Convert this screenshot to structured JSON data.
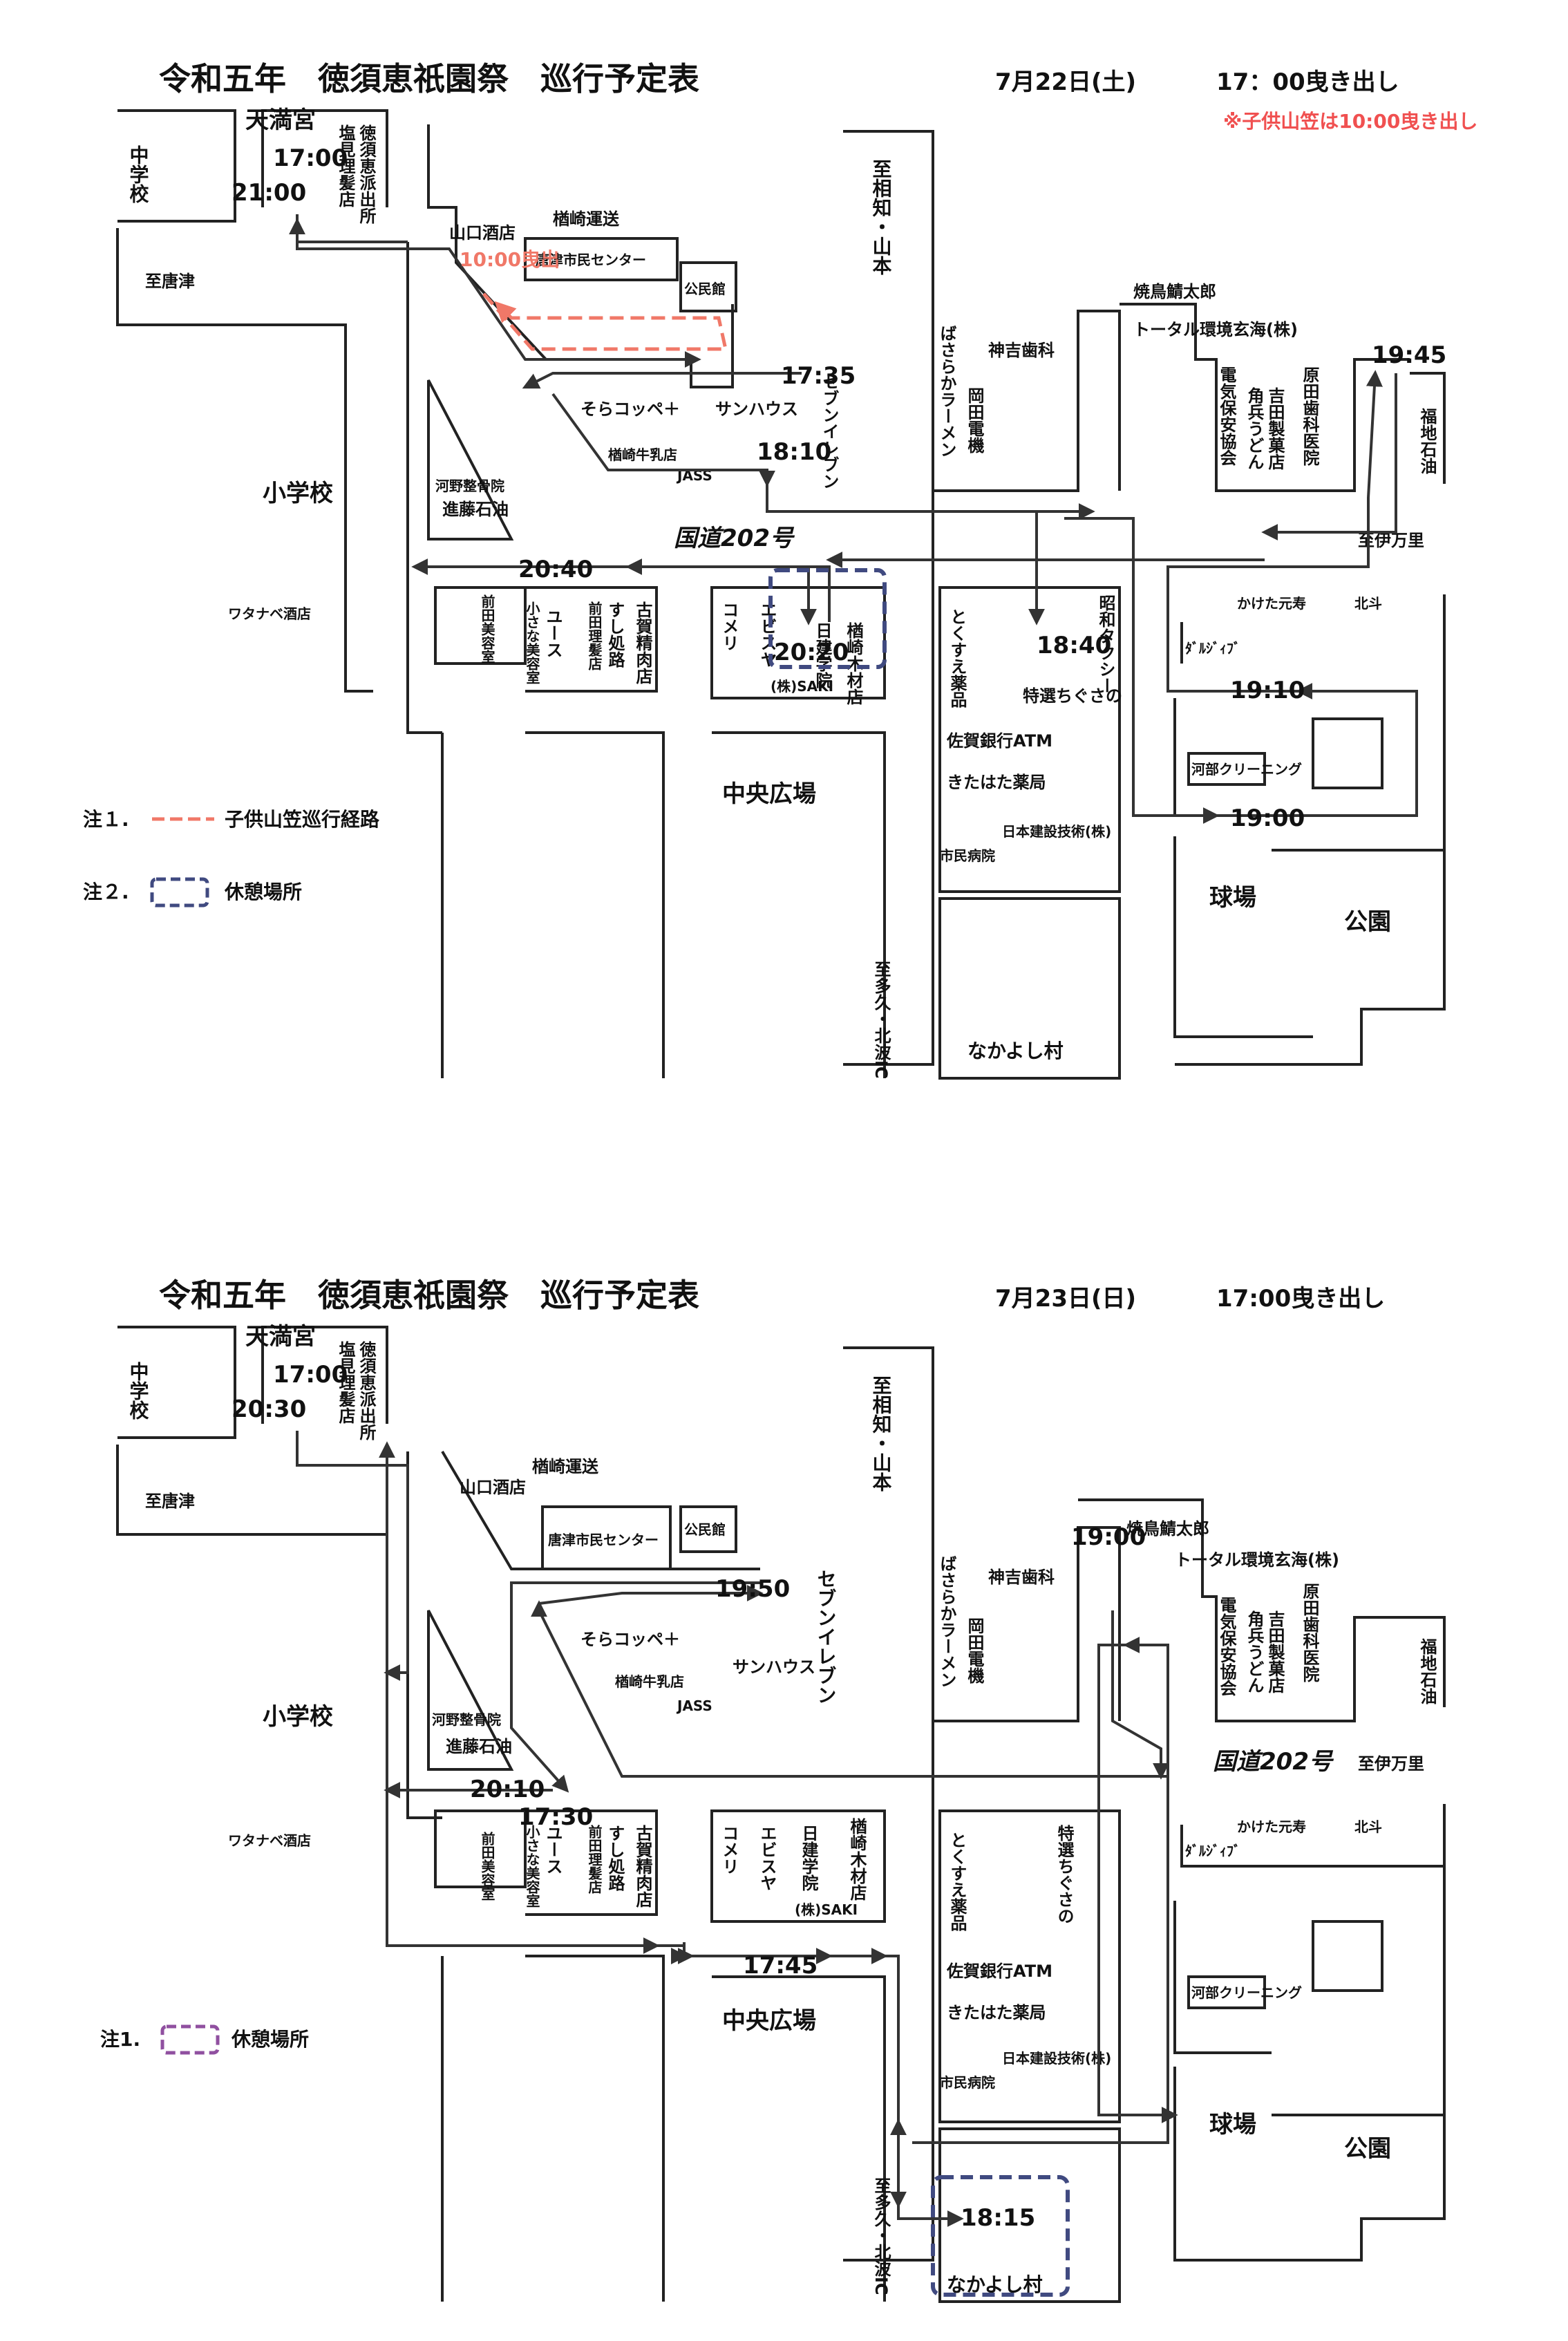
{
  "map1": {
    "title": "令和五年　徳須恵祇園祭　巡行予定表",
    "date": "7月22日(土)",
    "start": "17：00曳き出し",
    "kids_note": "※子供山笠は10:00曳き出し",
    "kids_start": "10:00曳出",
    "times": [
      "17:00",
      "21:00",
      "17:35",
      "18:10",
      "20:40",
      "20:20",
      "18:40",
      "19:45",
      "19:10",
      "19:00"
    ],
    "note1_label": "注１.",
    "note1_text": "子供山笠巡行経路",
    "note2_label": "注２.",
    "note2_text": "休憩場所",
    "colors": {
      "kids_route": "#f07868",
      "rest": "#404a80"
    }
  },
  "map2": {
    "title": "令和五年　徳須恵祇園祭　巡行予定表",
    "date": "7月23日(日)",
    "start": "17:00曳き出し",
    "times": [
      "17:00",
      "20:30",
      "19:50",
      "20:10",
      "17:30",
      "17:45",
      "18:15",
      "19:00"
    ],
    "note1_label": "注1.",
    "note1_text": "休憩場所",
    "colors": {
      "rest": "#9050a0"
    }
  },
  "labels": {
    "tenmangu": "天満宮",
    "chugakko": "中学校",
    "shiomi": "塩見理髪店",
    "police": "徳須恵派出所",
    "karatsu": "至唐津",
    "narasaki": "楢崎運送",
    "yamaguchi": "山口酒店",
    "center": "唐津市民センター",
    "kominkan": "公民館",
    "aichi": "至相知・山本",
    "yakitori": "焼鳥鯖太郎",
    "total": "トータル環境玄海(株)",
    "kamiyoshi": "神吉歯科",
    "basara": "ばさらかラーメン",
    "okada": "岡田電機",
    "denki": "電気保安協会",
    "kadobe": "角兵うどん",
    "yoshida": "吉田製菓店",
    "harada": "原田歯科医院",
    "fukuchi": "福地石油",
    "seven": "セブンイレブン",
    "sora": "そらコッペ＋",
    "sunhouse": "サンハウス",
    "gyunyu": "楢崎牛乳店",
    "jass": "JASS",
    "shogakko": "小学校",
    "kawano": "河野整骨院",
    "shindo": "進藤石油",
    "kokudo": "国道202号",
    "imari": "至伊万里",
    "watanabe": "ワタナベ酒店",
    "maeda_biyo": "前田美容室",
    "yusu": "ユース",
    "chiisana": "小さな美容室",
    "maeda_rihatsu": "前田理髪店",
    "sushi": "すし処路",
    "koga": "古賀精肉店",
    "komeri": "コメリ",
    "ebisuya": "エビスヤ",
    "nikken": "日建学院",
    "narasaki_mokuzai": "楢崎木材店",
    "saki": "(株)SAKI",
    "katsuta": "かけた元寿",
    "hokuto": "北斗",
    "drive": "ﾀﾞﾙｼﾞｨﾌﾞ",
    "toyama": "とくすえ薬品",
    "tokusen": "特選ちぐさの",
    "showa": "昭和タクシー",
    "saga_atm": "佐賀銀行ATM",
    "kitahata": "きたはた薬局",
    "kawabe": "河部クリーニング",
    "nihon": "日本建設技術(株)",
    "shimin": "市民病院",
    "chuo": "中央広場",
    "kyujo": "球場",
    "koen": "公園",
    "ic": "至多久・北波IC",
    "nakayoshi": "なかよし村"
  }
}
